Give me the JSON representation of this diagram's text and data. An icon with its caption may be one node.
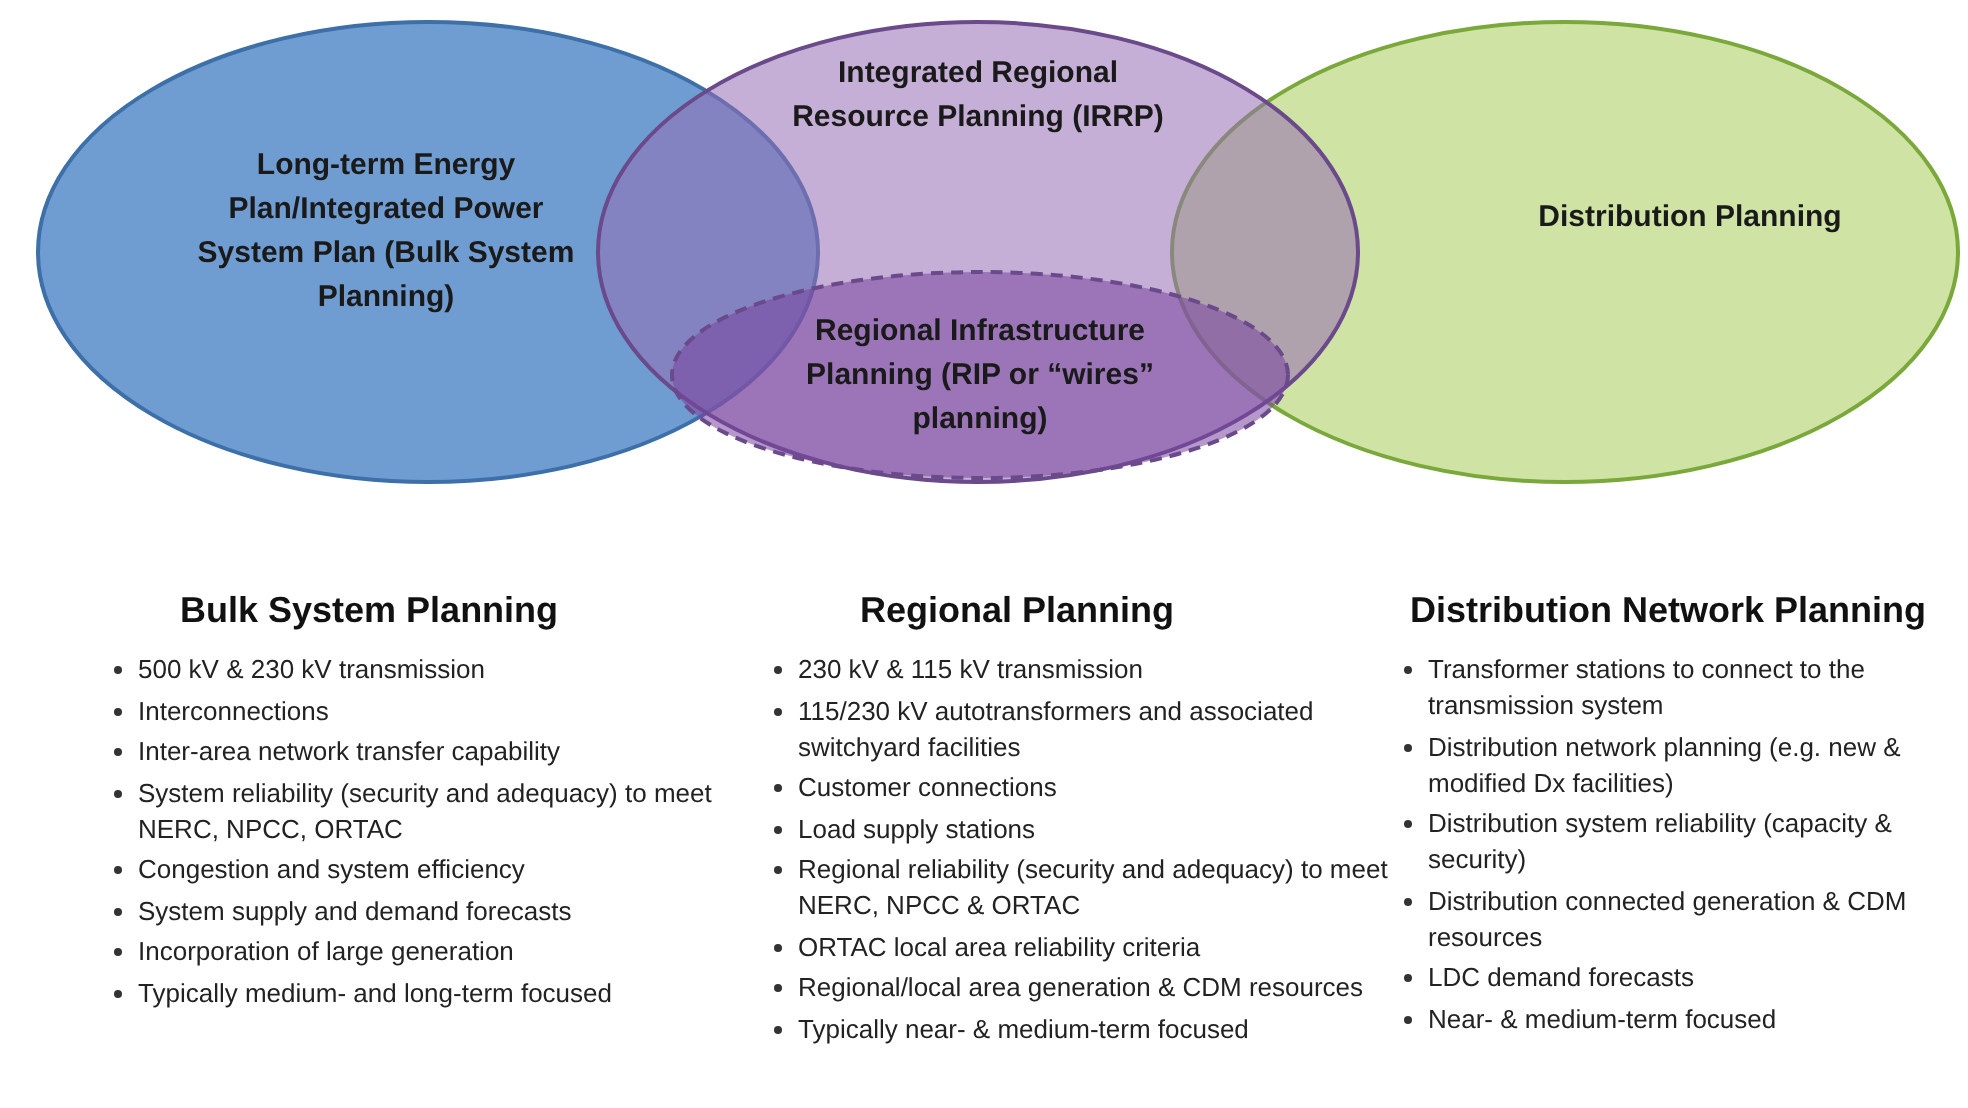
{
  "diagram": {
    "nodes": [
      {
        "text": [
          "Long-term Energy Plan/Integrated Power System Plan (Bulk System Planning)"
        ]
      },
      {
        "text": [
          "Integrated Regional Resource Planning (IRRP)"
        ]
      },
      {
        "text": [
          "Regional Infrastructure Planning (RIP or “wires” planning)"
        ],
        "in": 1
      },
      {
        "text": [
          "Distribution Planning"
        ]
      }
    ],
    "edges": [],
    "labels": [
      "Bulk System Planning",
      "500 kV & 230 kV transmission",
      "Interconnections",
      "Inter-area network transfer capability",
      "System reliability (security and adequacy) to meet NERC, NPCC, ORTAC",
      "Congestion and system efficiency",
      "System supply and demand forecasts",
      "Incorporation of large generation",
      "Typically medium- and long-term focused",
      "Regional Planning",
      "230 kV & 115 kV transmission",
      "115/230 kV autotransformers and associated switchyard facilities",
      "Customer connections",
      "Load supply stations",
      "Regional reliability (security and adequacy) to meet NERC, NPCC & ORTAC",
      "ORTAC local area reliability criteria",
      "Regional/local area generation & CDM resources",
      "Typically near- & medium-term focused",
      "Distribution Network Planning",
      "Transformer stations to connect to the transmission system",
      "Distribution network planning (e.g. new & modified Dx facilities)",
      "Distribution system reliability (capacity & security)",
      "Distribution connected generation & CDM resources",
      "LDC demand forecasts",
      "Near- & medium-term focused"
    ]
  }
}
